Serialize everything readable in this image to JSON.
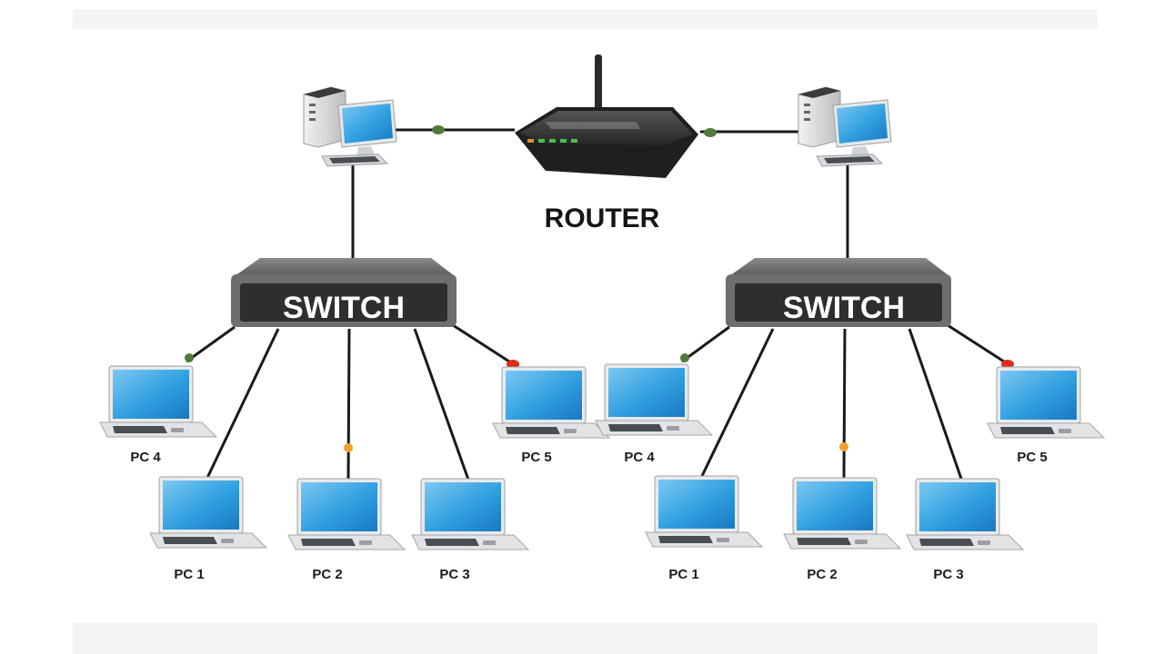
{
  "router": {
    "label": "ROUTER"
  },
  "networks": [
    {
      "switch_label": "SWITCH",
      "pcs": [
        "PC 4",
        "PC 1",
        "PC 2",
        "PC 3",
        "PC 5"
      ]
    },
    {
      "switch_label": "SWITCH",
      "pcs": [
        "PC 4",
        "PC 1",
        "PC 2",
        "PC 3",
        "PC 5"
      ]
    }
  ],
  "icons": [
    "desktop-computer-icon",
    "router-icon",
    "network-switch-icon",
    "laptop-icon"
  ],
  "colors": {
    "screen": "#2f9fe0",
    "switch_body": "#3a3a3a",
    "router_body": "#2b2b2b",
    "connector_green": "#4e7a3b",
    "connector_red": "#e02a1a",
    "connector_orange": "#f0a030",
    "cable": "#1a1a1a"
  }
}
